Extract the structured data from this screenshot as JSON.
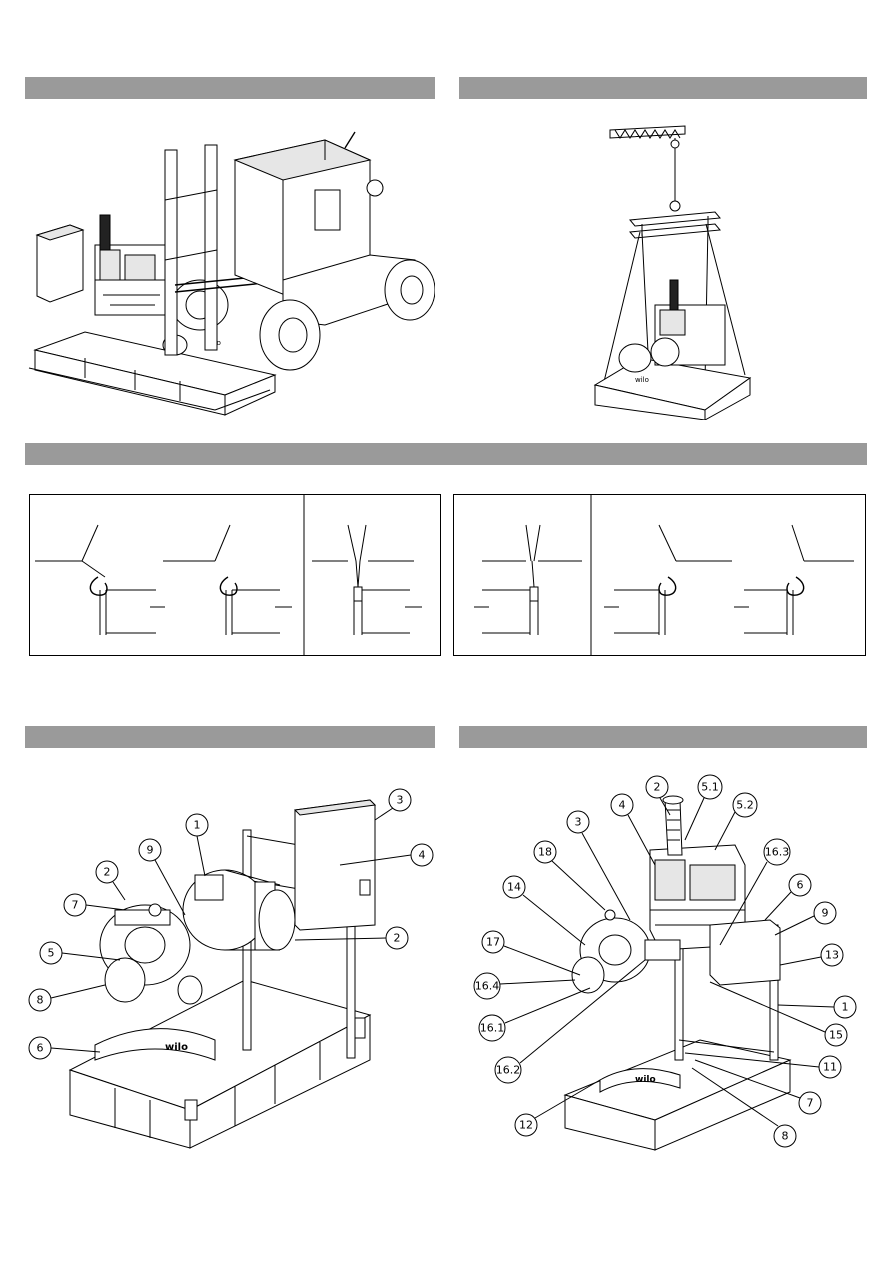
{
  "sections": {
    "forklift": {
      "bar_label": ""
    },
    "crane": {
      "bar_label": ""
    },
    "hooks": {
      "bar_label": ""
    },
    "electric_unit": {
      "bar_label": ""
    },
    "diesel_unit": {
      "bar_label": ""
    }
  },
  "brand_mark": "wilo",
  "electric_callouts": [
    "1",
    "9",
    "2",
    "7",
    "5",
    "8",
    "6",
    "3",
    "4",
    "2"
  ],
  "diesel_callouts": [
    "2",
    "5.1",
    "4",
    "5.2",
    "3",
    "18",
    "16.3",
    "14",
    "6",
    "9",
    "17",
    "13",
    "16.4",
    "1",
    "16.1",
    "15",
    "11",
    "16.2",
    "7",
    "12",
    "8"
  ]
}
